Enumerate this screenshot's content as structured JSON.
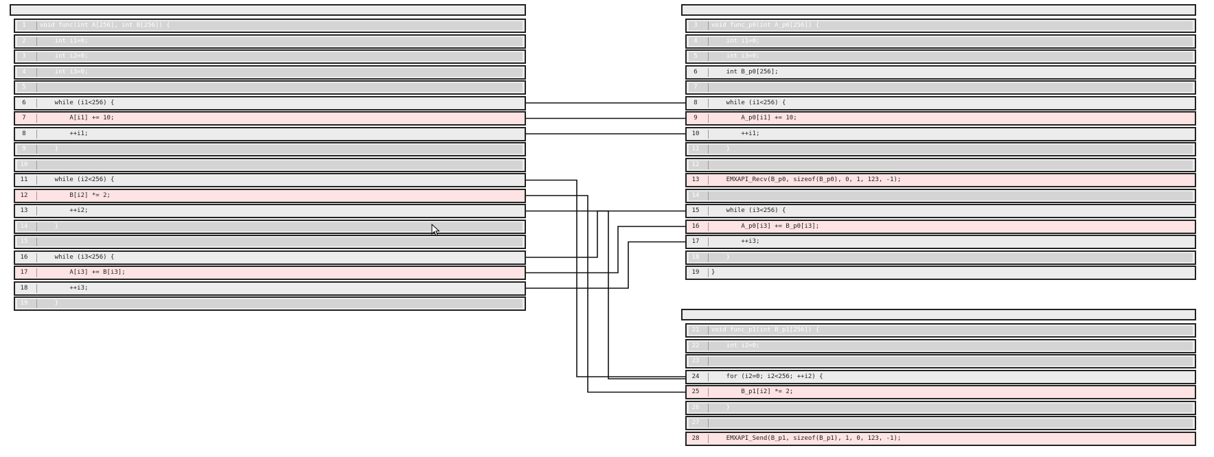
{
  "panels": [
    {
      "id": "func",
      "rows": [
        {
          "ln": "1",
          "code": "void func(int A[256], int B[256]) {",
          "kind": "dim"
        },
        {
          "ln": "2",
          "code": "    int i1=0;",
          "kind": "dim"
        },
        {
          "ln": "3",
          "code": "    int i2=0;",
          "kind": "dim"
        },
        {
          "ln": "4",
          "code": "    int i3=0;",
          "kind": "dim"
        },
        {
          "ln": "5",
          "code": "",
          "kind": "dim"
        },
        {
          "ln": "6",
          "code": "    while (i1<256) {",
          "kind": "normal"
        },
        {
          "ln": "7",
          "code": "        A[i1] += 10;",
          "kind": "changed"
        },
        {
          "ln": "8",
          "code": "        ++i1;",
          "kind": "normal"
        },
        {
          "ln": "9",
          "code": "    }",
          "kind": "dim"
        },
        {
          "ln": "10",
          "code": "",
          "kind": "dim"
        },
        {
          "ln": "11",
          "code": "    while (i2<256) {",
          "kind": "normal"
        },
        {
          "ln": "12",
          "code": "        B[i2] *= 2;",
          "kind": "changed"
        },
        {
          "ln": "13",
          "code": "        ++i2;",
          "kind": "normal"
        },
        {
          "ln": "14",
          "code": "    }",
          "kind": "dim"
        },
        {
          "ln": "15",
          "code": "",
          "kind": "dim"
        },
        {
          "ln": "16",
          "code": "    while (i3<256) {",
          "kind": "normal"
        },
        {
          "ln": "17",
          "code": "        A[i3] += B[i3];",
          "kind": "changed"
        },
        {
          "ln": "18",
          "code": "        ++i3;",
          "kind": "normal"
        },
        {
          "ln": "19",
          "code": "    }",
          "kind": "dim"
        }
      ]
    },
    {
      "id": "func_p0",
      "rows": [
        {
          "ln": "3",
          "code": "void func_p0(int A_p0[256]) {",
          "kind": "dim"
        },
        {
          "ln": "4",
          "code": "    int i1=0;",
          "kind": "dim"
        },
        {
          "ln": "5",
          "code": "    int i3=0;",
          "kind": "dim"
        },
        {
          "ln": "6",
          "code": "    int B_p0[256];",
          "kind": "normal"
        },
        {
          "ln": "7",
          "code": "",
          "kind": "dim"
        },
        {
          "ln": "8",
          "code": "    while (i1<256) {",
          "kind": "normal"
        },
        {
          "ln": "9",
          "code": "        A_p0[i1] += 10;",
          "kind": "changed"
        },
        {
          "ln": "10",
          "code": "        ++i1;",
          "kind": "normal"
        },
        {
          "ln": "11",
          "code": "    }",
          "kind": "dim"
        },
        {
          "ln": "12",
          "code": "",
          "kind": "dim"
        },
        {
          "ln": "13",
          "code": "    EMXAPI_Recv(B_p0, sizeof(B_p0), 0, 1, 123, -1);",
          "kind": "changed"
        },
        {
          "ln": "14",
          "code": "",
          "kind": "dim"
        },
        {
          "ln": "15",
          "code": "    while (i3<256) {",
          "kind": "normal"
        },
        {
          "ln": "16",
          "code": "        A_p0[i3] += B_p0[i3];",
          "kind": "changed"
        },
        {
          "ln": "17",
          "code": "        ++i3;",
          "kind": "normal"
        },
        {
          "ln": "18",
          "code": "    }",
          "kind": "dim"
        },
        {
          "ln": "19",
          "code": "}",
          "kind": "normal"
        }
      ]
    },
    {
      "id": "func_p1",
      "rows": [
        {
          "ln": "21",
          "code": "void func_p1(int B_p1[256]) {",
          "kind": "dim"
        },
        {
          "ln": "22",
          "code": "    int i2=0;",
          "kind": "dim"
        },
        {
          "ln": "23",
          "code": "",
          "kind": "dim"
        },
        {
          "ln": "24",
          "code": "    for (i2=0; i2<256; ++i2) {",
          "kind": "normal"
        },
        {
          "ln": "25",
          "code": "        B_p1[i2] *= 2;",
          "kind": "changed"
        },
        {
          "ln": "26",
          "code": "    }",
          "kind": "dim"
        },
        {
          "ln": "27",
          "code": "",
          "kind": "dim"
        },
        {
          "ln": "28",
          "code": "    EMXAPI_Send(B_p1, sizeof(B_p1), 1, 0, 123, -1);",
          "kind": "changed"
        }
      ]
    }
  ],
  "links": [
    {
      "from": "6",
      "to_panel": "func_p0",
      "to": "8"
    },
    {
      "from": "7",
      "to_panel": "func_p0",
      "to": "9"
    },
    {
      "from": "8",
      "to_panel": "func_p0",
      "to": "10"
    },
    {
      "from": "11",
      "to_panel": "func_p1",
      "to": "24"
    },
    {
      "from": "12",
      "to_panel": "func_p1",
      "to": "25"
    },
    {
      "from": "13",
      "to_panel": "func_p1",
      "to": "24"
    },
    {
      "from": "16",
      "to_panel": "func_p0",
      "to": "15"
    },
    {
      "from": "17",
      "to_panel": "func_p0",
      "to": "16"
    },
    {
      "from": "18",
      "to_panel": "func_p0",
      "to": "17"
    }
  ],
  "colors": {
    "changed": "#fde3e3",
    "normal": "#ececec",
    "dim": "#d4d4d4",
    "line": "#111111"
  }
}
